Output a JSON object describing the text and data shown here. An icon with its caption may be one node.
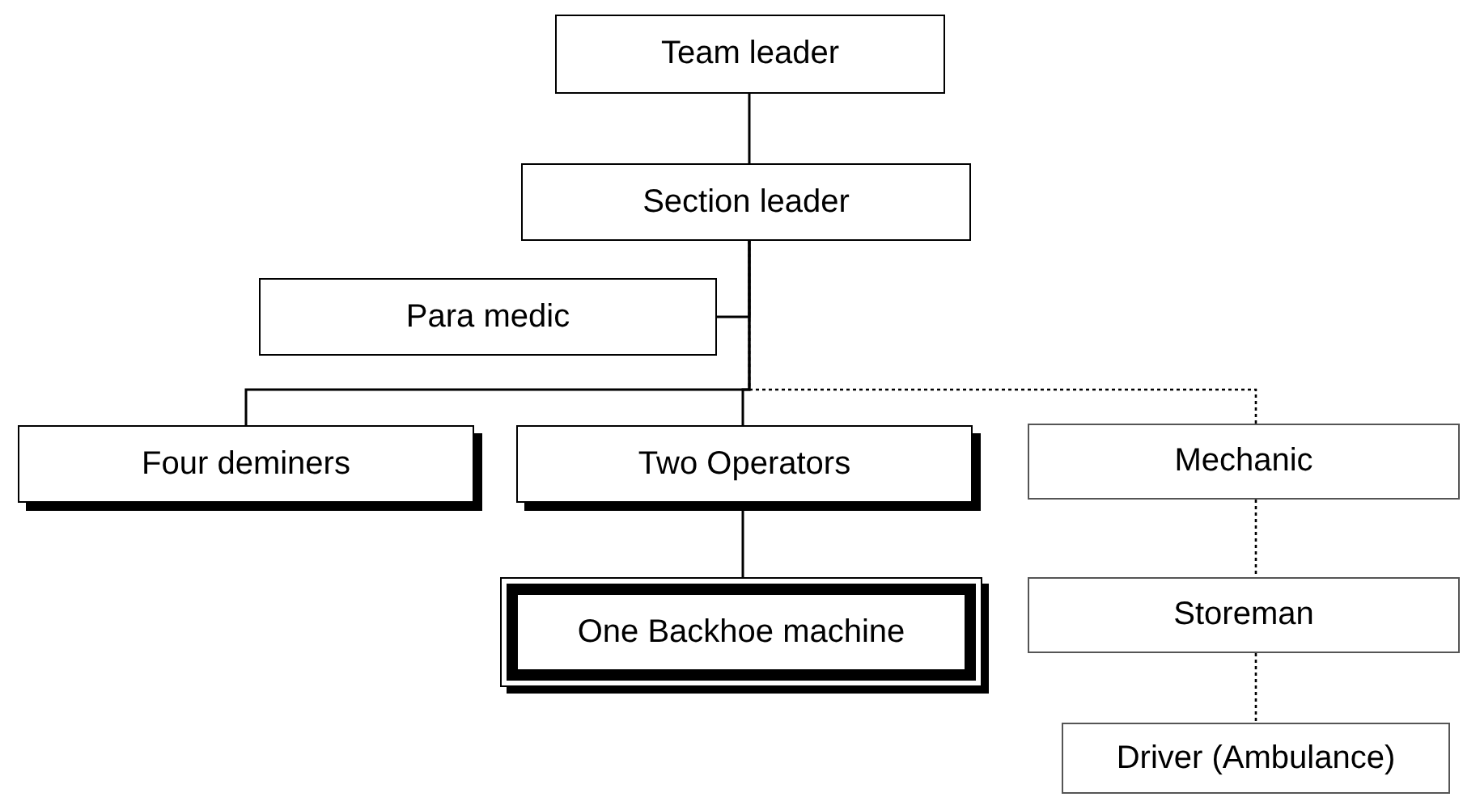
{
  "diagram": {
    "nodes": [
      {
        "text": [
          "Team leader"
        ]
      },
      {
        "text": [
          "Section leader"
        ]
      },
      {
        "text": [
          "Para medic"
        ]
      },
      {
        "text": [
          "Four deminers"
        ]
      },
      {
        "text": [
          "Two Operators"
        ]
      },
      {
        "text": [
          "Mechanic"
        ]
      },
      {
        "text": [
          "One Backhoe machine"
        ]
      },
      {
        "text": [
          "Storeman"
        ]
      },
      {
        "text": [
          "Driver (Ambulance)"
        ]
      }
    ],
    "edges": [
      {
        "from": 0,
        "to": 1,
        "arrow": "none"
      },
      {
        "from": 1,
        "to": 2,
        "arrow": "none"
      },
      {
        "from": 1,
        "to": 3,
        "arrow": "none"
      },
      {
        "from": 1,
        "to": 4,
        "arrow": "none"
      },
      {
        "from": 1,
        "to": 5,
        "arrow": "none",
        "style": "dashed"
      },
      {
        "from": 4,
        "to": 6,
        "arrow": "none"
      },
      {
        "from": 5,
        "to": 7,
        "arrow": "none",
        "style": "dashed"
      },
      {
        "from": 7,
        "to": 8,
        "arrow": "none",
        "style": "dashed"
      }
    ]
  }
}
